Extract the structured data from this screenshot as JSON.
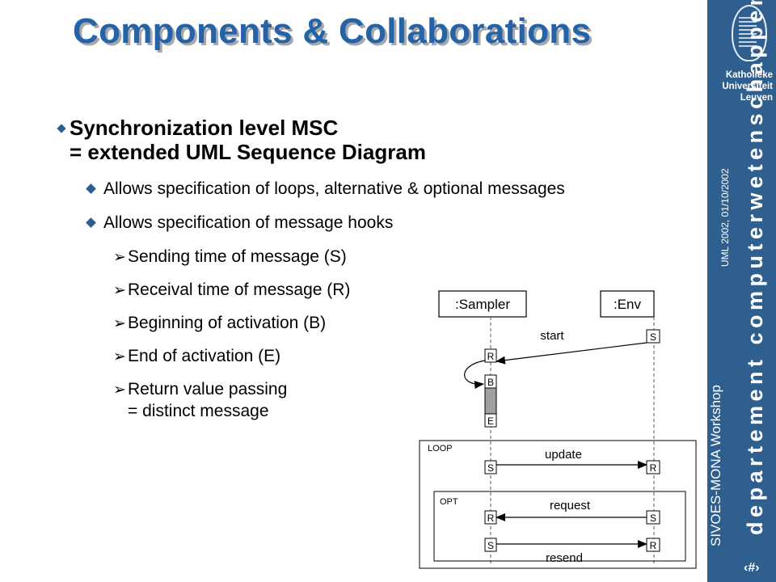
{
  "slide": {
    "title": "Components & Collaborations",
    "main_bullet_line1": "Synchronization level MSC",
    "main_bullet_line2": "= extended UML Sequence Diagram",
    "sub_bullets": [
      "Allows specification of loops, alternative & optional messages",
      "Allows specification of message hooks"
    ],
    "hooks": [
      "Sending time of message (S)",
      "Receival time of message (R)",
      "Beginning of activation (B)",
      "End of activation (E)",
      "Return value passing"
    ],
    "hooks_continuation": "= distinct message",
    "page_number": "‹#›"
  },
  "sidebar": {
    "university_lines": [
      "Katholieke",
      "Universiteit",
      "Leuven"
    ],
    "department": "departement computerwetenschappen",
    "footer_event": "SIVOES-MONA Workshop",
    "footer_date": "UML 2002, 01/10/2002",
    "background_color": "#2f5f8f"
  },
  "diagram": {
    "lifelines": [
      ":Sampler",
      ":Env"
    ],
    "messages": {
      "start": "start",
      "update": "update",
      "request": "request",
      "resend": "resend"
    },
    "fragments": {
      "loop": "LOOP",
      "opt": "OPT"
    },
    "hooks": {
      "s": "S",
      "r": "R",
      "b": "B",
      "e": "E"
    }
  }
}
